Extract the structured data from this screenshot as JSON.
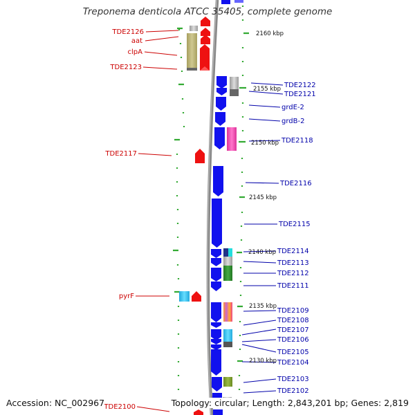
{
  "title": "Treponema denticola ATCC 35405, complete genome",
  "accession": "Accession: NC_002967",
  "summary": "Topology: circular; Length: 2,843,201 bp; Genes: 2,819",
  "colors": {
    "left_strand_genes": "#ee1111",
    "right_strand_genes": "#1111ee",
    "left_labels": "#cc0000",
    "right_labels": "#0000aa",
    "ticks": "#33aa33",
    "backbone": "#888888"
  },
  "scale_labels": [
    "2160 kbp",
    "2155 kbp",
    "2150 kbp",
    "2145 kbp",
    "2140 kbp",
    "2135 kbp",
    "2130 kbp"
  ],
  "left_labels": [
    "TDE2126",
    "aat",
    "clpA",
    "TDE2123",
    "TDE2117",
    "pyrF",
    "TDE2100"
  ],
  "right_labels": [
    "TDE2122",
    "TDE2121",
    "grdE-2",
    "grdB-2",
    "TDE2118",
    "TDE2116",
    "TDE2115",
    "TDE2114",
    "TDE2113",
    "TDE2112",
    "TDE2111",
    "TDE2109",
    "TDE2108",
    "TDE2107",
    "TDE2106",
    "TDE2105",
    "TDE2104",
    "TDE2103",
    "TDE2102"
  ]
}
